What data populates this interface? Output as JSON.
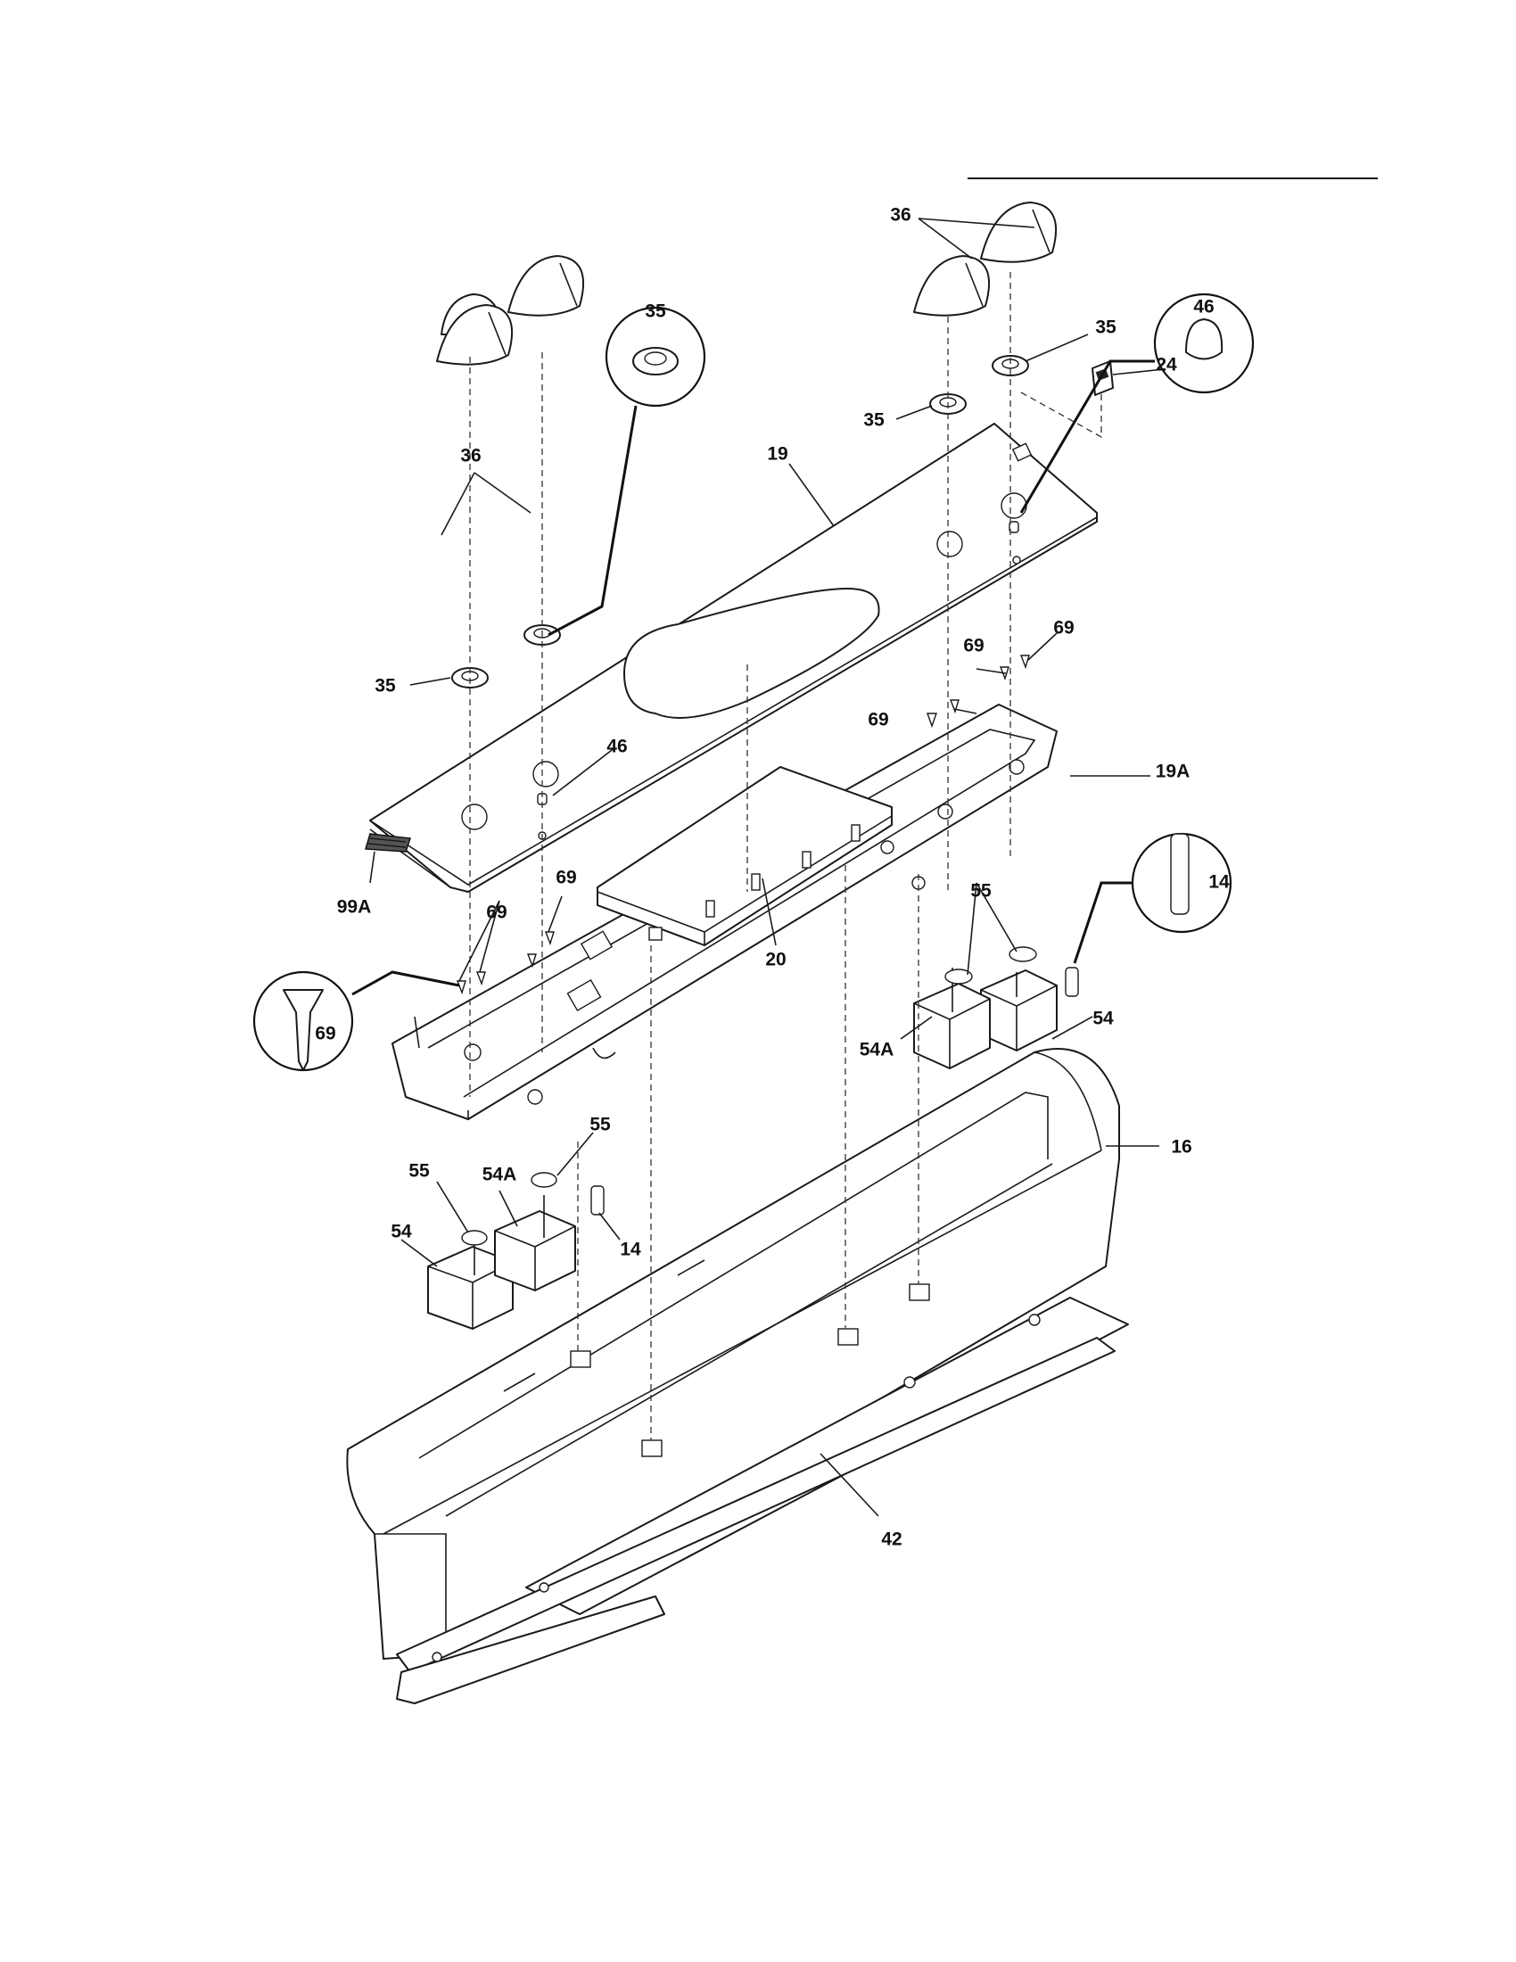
{
  "callouts": {
    "c36_top": "36",
    "c35_top_right": "35",
    "c24": "24",
    "c35_top_left": "35",
    "c46_detail": "46",
    "c19": "19",
    "c35_detail": "35",
    "c36_left": "36",
    "c35_left": "35",
    "c46_panel": "46",
    "c69_r1": "69",
    "c69_r2": "69",
    "c69_r3": "69",
    "c19A": "19A",
    "c14_detail": "14",
    "c55_right": "55",
    "c54_right": "54",
    "c54A_right": "54A",
    "c20": "20",
    "c99A": "99A",
    "c69_l1": "69",
    "c69_l2": "69",
    "c69_detail": "69",
    "c55_left_a": "55",
    "c55_left_b": "55",
    "c54A_left": "54A",
    "c54_left": "54",
    "c14_left": "14",
    "c16": "16",
    "c42": "42"
  }
}
